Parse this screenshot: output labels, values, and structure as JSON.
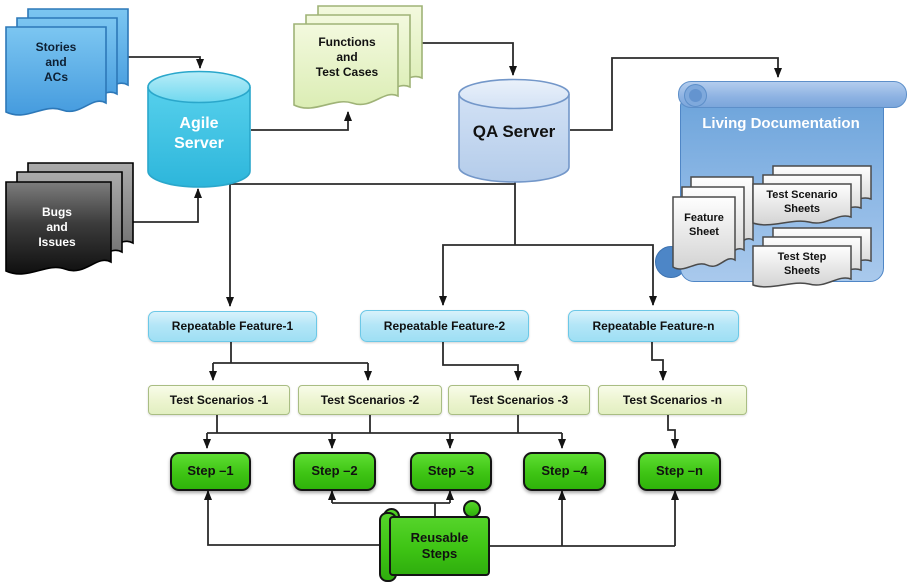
{
  "nodes": {
    "stories": {
      "label": "Stories\nand\nACs"
    },
    "bugs": {
      "label": "Bugs\nand\nIssues"
    },
    "functions": {
      "label": "Functions\nand\nTest Cases"
    },
    "agile_server": {
      "label": "Agile\nServer"
    },
    "qa_server": {
      "label": "QA Server"
    },
    "living_documentation": {
      "title": "Living Documentation",
      "feature_sheet": "Feature\nSheet",
      "scenario_sheets": "Test Scenario\nSheets",
      "step_sheets": "Test Step\nSheets"
    },
    "features": [
      {
        "label": "Repeatable Feature-1"
      },
      {
        "label": "Repeatable Feature-2"
      },
      {
        "label": "Repeatable Feature-n"
      }
    ],
    "scenarios": [
      {
        "label": "Test Scenarios -1"
      },
      {
        "label": "Test Scenarios -2"
      },
      {
        "label": "Test Scenarios -3"
      },
      {
        "label": "Test Scenarios -n"
      }
    ],
    "steps": [
      {
        "label": "Step –1"
      },
      {
        "label": "Step –2"
      },
      {
        "label": "Step –3"
      },
      {
        "label": "Step –4"
      },
      {
        "label": "Step –n"
      }
    ],
    "reusable_steps": {
      "label": "Reusable\nSteps"
    }
  },
  "colors": {
    "connector": "#2b2b2b",
    "agile_cyan": "#45c7e9",
    "qa_blue": "#c5daf2",
    "living_doc_blue": "#6da4db",
    "story_doc_blue": "#55abe8",
    "bugs_dark": "#2b2b2b",
    "functions_green": "#e8f3cc",
    "feature_box_cyan": "#b4e6f7",
    "scenario_box_green": "#ecf4cf",
    "step_green": "#3ec414",
    "sheet_gray": "#e6e6e6"
  }
}
